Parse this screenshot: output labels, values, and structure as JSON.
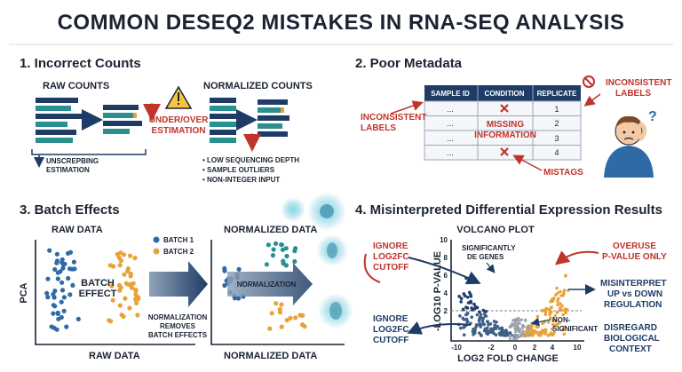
{
  "title": "COMMON DESEQ2 MISTAKES IN RNA-SEQ ANALYSIS",
  "colors": {
    "navy": "#1f3c66",
    "teal": "#2a8f8f",
    "orange": "#e8a23a",
    "red": "#c0342a",
    "blue": "#2e6aa6"
  },
  "section1": {
    "heading": "1. Incorrect Counts",
    "raw_label": "RAW COUNTS",
    "normalized_label": "NORMALIZED COUNTS",
    "warning_line1": "UNDER/OVER",
    "warning_line2": "ESTIMATION",
    "bracket_line1": "UNSCREPBING",
    "bracket_line2": "ESTIMATION",
    "bullets": [
      "• LOW SEQUENCING DEPTH",
      "• SAMPLE OUTLIERS",
      "• NON-INTEGER INPUT"
    ]
  },
  "section2": {
    "heading": "2. Poor Metadata",
    "columns": [
      "SAMPLE ID",
      "CONDITION",
      "REPLICATE"
    ],
    "rows": [
      [
        "...",
        "",
        "1"
      ],
      [
        "...",
        "",
        "2"
      ],
      [
        "...",
        "",
        "3"
      ],
      [
        "...",
        "",
        "4"
      ]
    ],
    "left_callout_line1": "INCONSISTENT",
    "left_callout_line2": "LABELS",
    "right_callout_line1": "INCONSISTENT",
    "right_callout_line2": "LABELS",
    "missing_line1": "MISSING",
    "missing_line2": "INFORMATION",
    "mistags": "MISTAGS",
    "question_mark": "?"
  },
  "section3": {
    "heading": "3. Batch Effects",
    "raw_title": "RAW DATA",
    "normalized_title": "NORMALIZED DATA",
    "legend": [
      "BATCH 1",
      "BATCH 2"
    ],
    "batch_effect_line1": "BATCH",
    "batch_effect_line2": "EFFECT",
    "y_axis": "PCA",
    "x_axis_left": "RAW DATA",
    "x_axis_right": "NORMALIZED DATA",
    "arrow_note_line1": "NORMALIZATION",
    "arrow_note_line2": "REMOVES",
    "arrow_note_line3": "BATCH EFFECTS",
    "normalization_label": "NORMALIZATION"
  },
  "section4": {
    "heading": "4. Misinterpreted Differential Expression Results",
    "plot_title": "VOLCANO PLOT",
    "significant_line1": "SIGNIFICANTLY",
    "significant_line2": "DE GENES",
    "non_significant_line1": "NON-",
    "non_significant_line2": "SIGNIFICANT",
    "y_axis": "-LOG10 P-VALUE",
    "x_axis": "LOG2 FOLD CHANGE",
    "y_ticks": [
      "2",
      "4",
      "6",
      "8",
      "10"
    ],
    "x_ticks": [
      "-10",
      "-2",
      "0",
      "2",
      "4",
      "10"
    ],
    "callout_top_left": [
      "IGNORE",
      "LOG2FC",
      "CUTOFF"
    ],
    "callout_bottom_left": [
      "IGNORE",
      "LOG2FC",
      "CUTOFF"
    ],
    "callout_overuse": [
      "OVERUSE",
      "P-VALUE ONLY"
    ],
    "callout_misinterpret": [
      "MISINTERPRET",
      "UP vs DOWN",
      "REGULATION"
    ],
    "callout_disregard": [
      "DISREGARD",
      "BIOLOGICAL",
      "CONTEXT"
    ]
  }
}
